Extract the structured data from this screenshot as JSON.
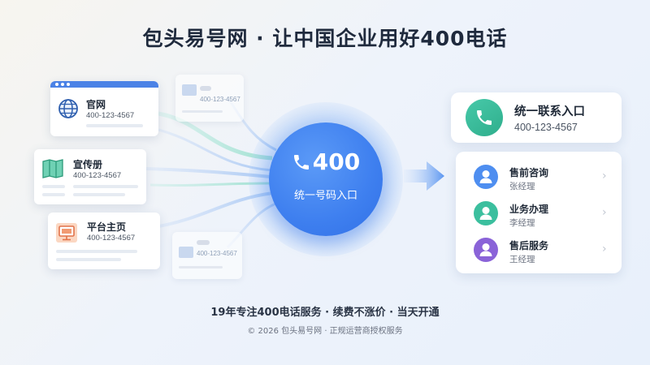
{
  "title": "包头易号网 · 让中国企业用好400电话",
  "sources": [
    {
      "name": "官网",
      "number": "400-123-4567",
      "icon": "globe-icon"
    },
    {
      "name": "宣传册",
      "number": "400-123-4567",
      "icon": "brochure-icon"
    },
    {
      "name": "平台主页",
      "number": "400-123-4567",
      "icon": "monitor-icon"
    }
  ],
  "ghost_cards": [
    {
      "number": "400-123-4567"
    },
    {
      "number": "400-123-4567"
    }
  ],
  "hub": {
    "number": "400",
    "subtitle": "统一号码入口",
    "icon": "phone-icon"
  },
  "contact": {
    "title": "统一联系入口",
    "number": "400-123-4567",
    "icon": "phone-icon"
  },
  "services": [
    {
      "title": "售前咨询",
      "person": "张经理",
      "color": "#4e8ef0"
    },
    {
      "title": "业务办理",
      "person": "李经理",
      "color": "#3bbf9e"
    },
    {
      "title": "售后服务",
      "person": "王经理",
      "color": "#8a63d8"
    }
  ],
  "footer": {
    "tagline": "19年专注400电话服务 · 续费不涨价 · 当天开通",
    "copyright": "© 2026 包头易号网 · 正规运营商授权服务"
  },
  "colors": {
    "accent": "#3e7fef",
    "teal": "#3bbf9e",
    "purple": "#8a63d8"
  }
}
